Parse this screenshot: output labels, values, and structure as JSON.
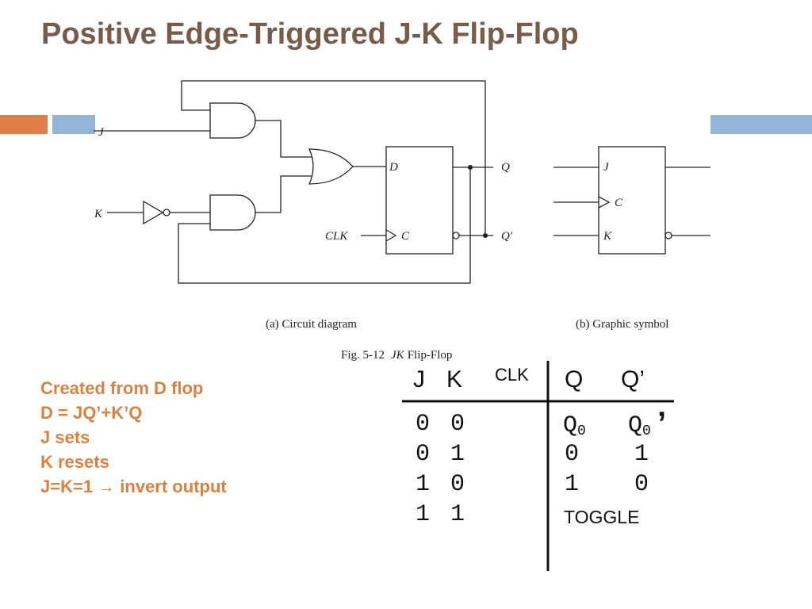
{
  "slide": {
    "title": "Positive Edge-Triggered J-K Flip-Flop",
    "accent_colors": {
      "title": "#775c4b",
      "notes": "#d9823f",
      "bar_orange": "#e07f48",
      "bar_blue": "#93b6d6"
    }
  },
  "figure": {
    "circuit": {
      "label_j": "J",
      "label_k": "K",
      "label_d": "D",
      "label_clk": "CLK",
      "label_c": "C",
      "label_q": "Q",
      "label_qbar": "Q′",
      "caption": "(a) Circuit diagram"
    },
    "symbol": {
      "label_j": "J",
      "label_c": "C",
      "label_k": "K",
      "caption": "(b) Graphic symbol"
    },
    "fig_number": "Fig. 5-12",
    "fig_italic": "JK",
    "fig_name": "Flip-Flop"
  },
  "notes": [
    "Created from D flop",
    "D = JQ’+K’Q",
    "J sets",
    "K resets",
    "J=K=1 → invert output"
  ],
  "table": {
    "headers": {
      "j": "J",
      "k": "K",
      "clk": "CLK",
      "q": "Q",
      "qbar": "Q’"
    },
    "rows": [
      {
        "j": "0",
        "k": "0"
      },
      {
        "j": "0",
        "k": "1",
        "q": "0",
        "qbar": "1"
      },
      {
        "j": "1",
        "k": "0",
        "q": "1",
        "qbar": "0"
      },
      {
        "j": "1",
        "k": "1"
      }
    ],
    "hold": {
      "q": "Q",
      "q_sub": "0",
      "qbar": "Q",
      "qbar_sub": "0",
      "prime": "’"
    },
    "toggle": "TOGGLE"
  }
}
